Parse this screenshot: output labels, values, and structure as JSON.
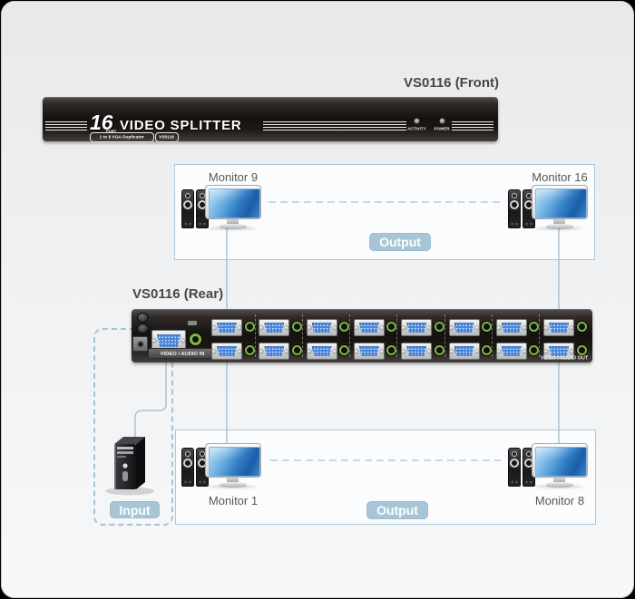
{
  "front_panel": {
    "label": "VS0116 (Front)",
    "logo": {
      "number": "16",
      "port_text": "PORT",
      "title": "VIDEO SPLITTER"
    },
    "badges": {
      "description": "1 to 8 VGA Duplicator",
      "model": "VS0116"
    },
    "leds": [
      {
        "label": "ACTIVITY"
      },
      {
        "label": "POWER"
      }
    ]
  },
  "rear_panel": {
    "label": "VS0116 (Rear)",
    "video_audio_in_label": "VIDEO / AUDIO IN",
    "video_audio_out_label": "VIDEO / AUDIO OUT",
    "output_ports": {
      "columns": 8,
      "rows": 2
    }
  },
  "top_output_box": {
    "badge": "Output",
    "monitor_left": "Monitor 9",
    "monitor_right": "Monitor 16"
  },
  "bottom_output_box": {
    "badge": "Output",
    "monitor_left": "Monitor 1",
    "monitor_right": "Monitor 8"
  },
  "input_box": {
    "badge": "Input"
  },
  "colors": {
    "page_frame": "#000000",
    "box_border": "#abc9db",
    "badge_background": "#a6c5d7",
    "solid_line": "#a9c3d5",
    "dashed_line": "#b6ccdb",
    "panel_black": "#16120f",
    "vga_face_blue": "#4a86d8",
    "audio_jack_green": "#7cb944",
    "led_gray": "#9a9a9a"
  }
}
